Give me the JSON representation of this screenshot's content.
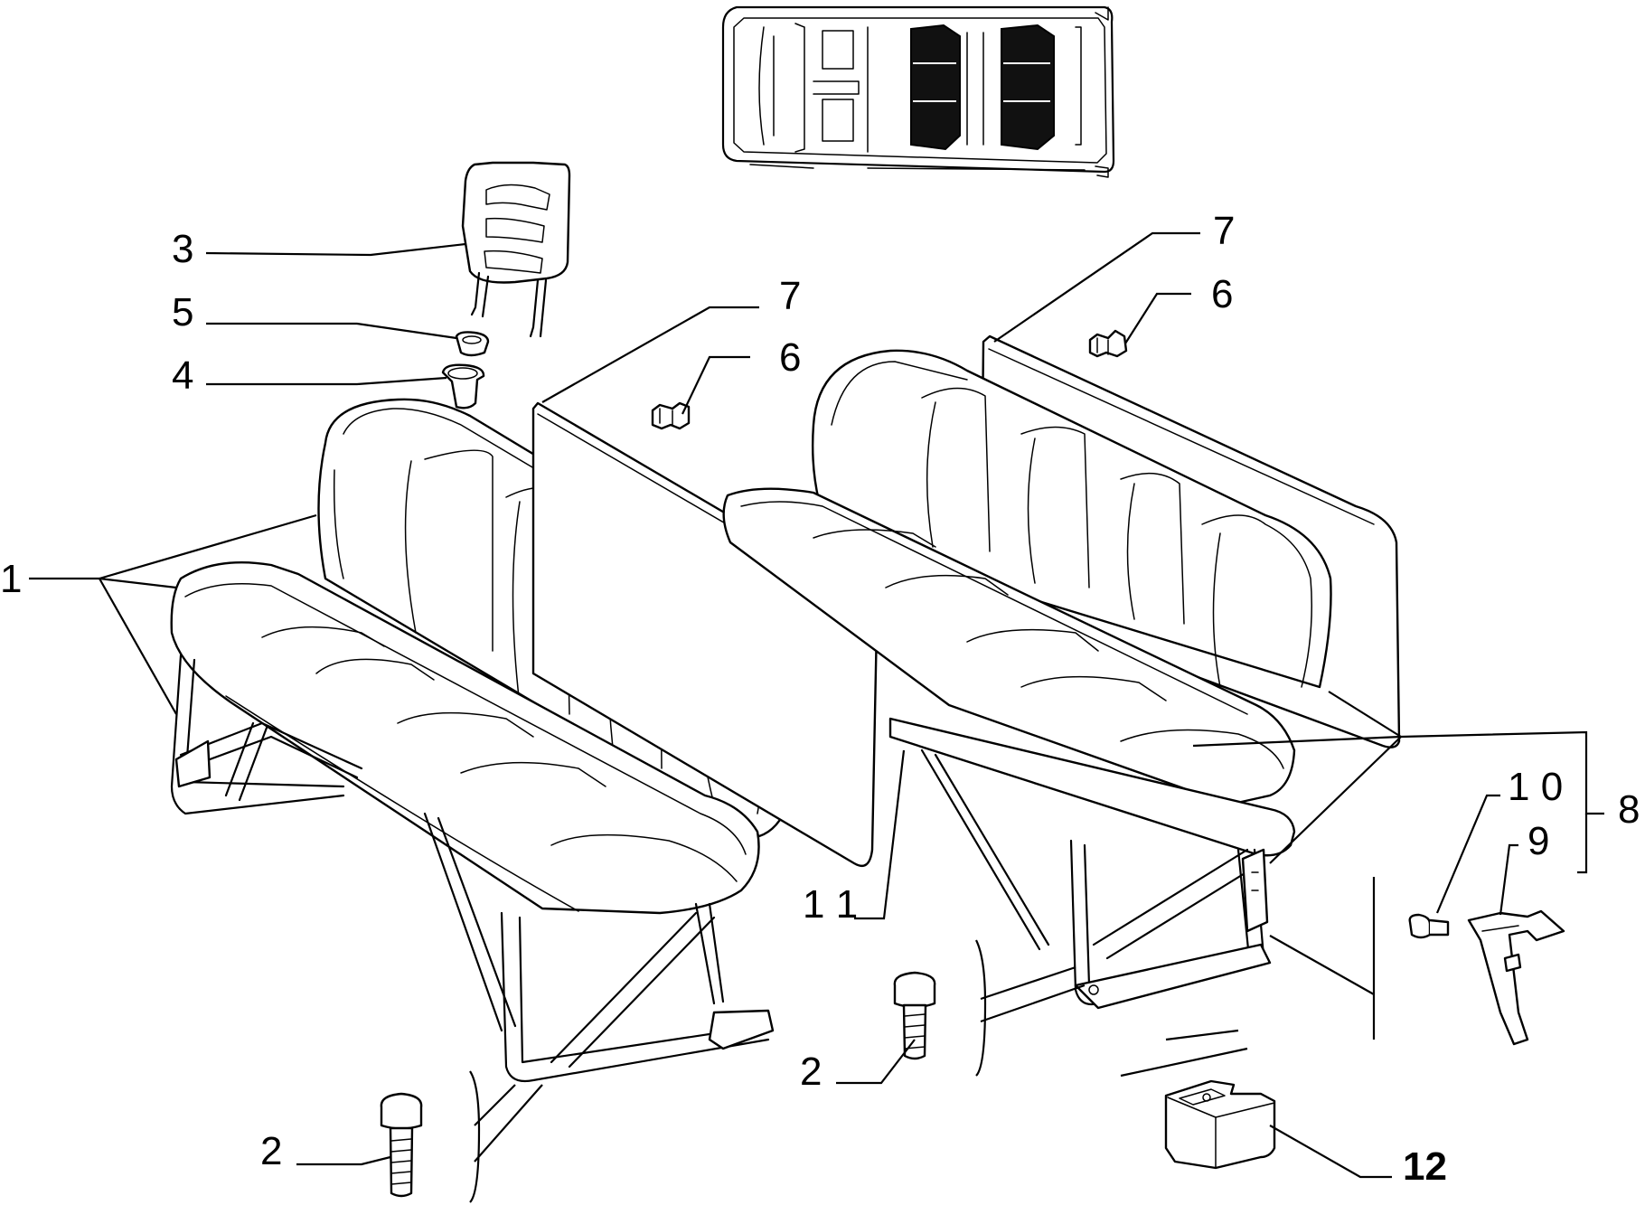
{
  "callouts": {
    "c1": "1",
    "c2a": "2",
    "c2b": "2",
    "c3": "3",
    "c4": "4",
    "c5": "5",
    "c6a": "6",
    "c6b": "6",
    "c7a": "7",
    "c7b": "7",
    "c8": "8",
    "c9": "9",
    "c10": "1 0",
    "c11": "1 1",
    "c12": "12"
  },
  "icons": {
    "vehicle": "vehicle-top-view-icon",
    "seat": "bench-seat-icon",
    "bolt": "bolt-icon"
  },
  "colors": {
    "line": "#000000",
    "highlight": "#111111",
    "background": "#ffffff"
  }
}
